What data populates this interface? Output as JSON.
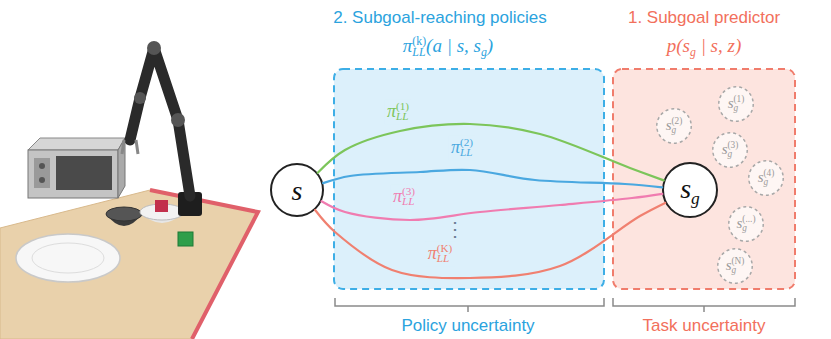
{
  "diagram": {
    "nodes": [
      {
        "text": [
          "s"
        ]
      },
      {
        "text": [
          "2. Subgoal-reaching policies",
          "πLL(k)(a | s, sg)"
        ]
      },
      {
        "text": [
          "1. Subgoal predictor",
          "p(sg | s, z)"
        ]
      },
      {
        "text": [
          "sg"
        ],
        "in": 2
      },
      {
        "text": [
          "sg(1)"
        ],
        "in": 2
      },
      {
        "text": [
          "sg(2)"
        ],
        "in": 2
      },
      {
        "text": [
          "sg(3)"
        ],
        "in": 2
      },
      {
        "text": [
          "sg(4)"
        ],
        "in": 2
      },
      {
        "text": [
          "sg(...)"
        ],
        "in": 2
      },
      {
        "text": [
          "sg(N)"
        ],
        "in": 2
      }
    ],
    "edges": [
      {
        "from": 0,
        "to": 3,
        "arrow": "none",
        "label": "πLL(1)"
      },
      {
        "from": 0,
        "to": 3,
        "arrow": "none",
        "label": "πLL(2)"
      },
      {
        "from": 0,
        "to": 3,
        "arrow": "none",
        "label": "πLL(3)"
      },
      {
        "from": 0,
        "to": 3,
        "arrow": "none",
        "label": "πLL(K)"
      }
    ],
    "labels": [
      "⋮",
      "Policy uncertainty",
      "Task uncertainty"
    ]
  }
}
